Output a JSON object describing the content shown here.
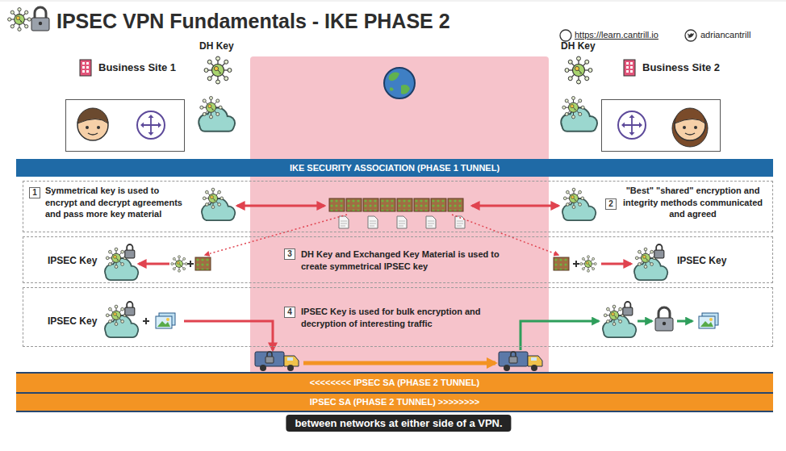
{
  "diagram": {
    "title": "IPSEC VPN Fundamentals - IKE PHASE 2",
    "caption": "between networks at either side of a VPN.",
    "nodes": [
      {
        "text": [
          "Business Site 1"
        ]
      },
      {
        "text": [
          "Business Site 2"
        ]
      },
      {
        "text": [
          "IKE SECURITY ASSOCIATION (PHASE 1 TUNNEL)"
        ]
      },
      {
        "text": [
          "Symmetrical key is used to encrypt and decrypt agreements and pass more key material",
          "\"Best\" \"shared\" encryption and integrity methods communicated and agreed"
        ]
      },
      {
        "text": [
          "1"
        ],
        "in": 3
      },
      {
        "text": [
          "2"
        ],
        "in": 3
      },
      {
        "text": [
          "IPSEC Key",
          "DH Key and Exchanged Key Material is used to create symmetrical IPSEC key",
          "IPSEC Key"
        ]
      },
      {
        "text": [
          "3"
        ],
        "in": 6
      },
      {
        "text": [
          "IPSEC Key",
          "IPSEC Key is used for bulk encryption and decryption of interesting traffic"
        ]
      },
      {
        "text": [
          "4"
        ],
        "in": 8
      },
      {
        "text": [
          "<<<<<<<< IPSEC SA (PHASE 2 TUNNEL)"
        ]
      },
      {
        "text": [
          "IPSEC SA (PHASE 2 TUNNEL) >>>>>>>>"
        ]
      }
    ],
    "labels": [
      "https://learn.cantrill.io",
      "adriancantrill",
      "DH Key",
      "DH Key"
    ]
  }
}
